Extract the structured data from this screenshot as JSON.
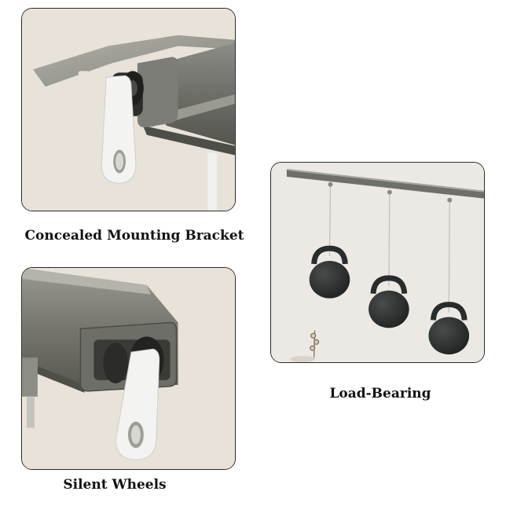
{
  "panels": {
    "mounting_bracket": {
      "caption": "Concealed Mounting Bracket"
    },
    "load_bearing": {
      "caption": "Load-Bearing"
    },
    "silent_wheels": {
      "caption": "Silent Wheels"
    }
  },
  "colors": {
    "panel_background": "#e8e2d9",
    "rail_gray": "#76766f",
    "hook_white": "#f3f3f1",
    "kettlebell": "#2d2f2f"
  }
}
